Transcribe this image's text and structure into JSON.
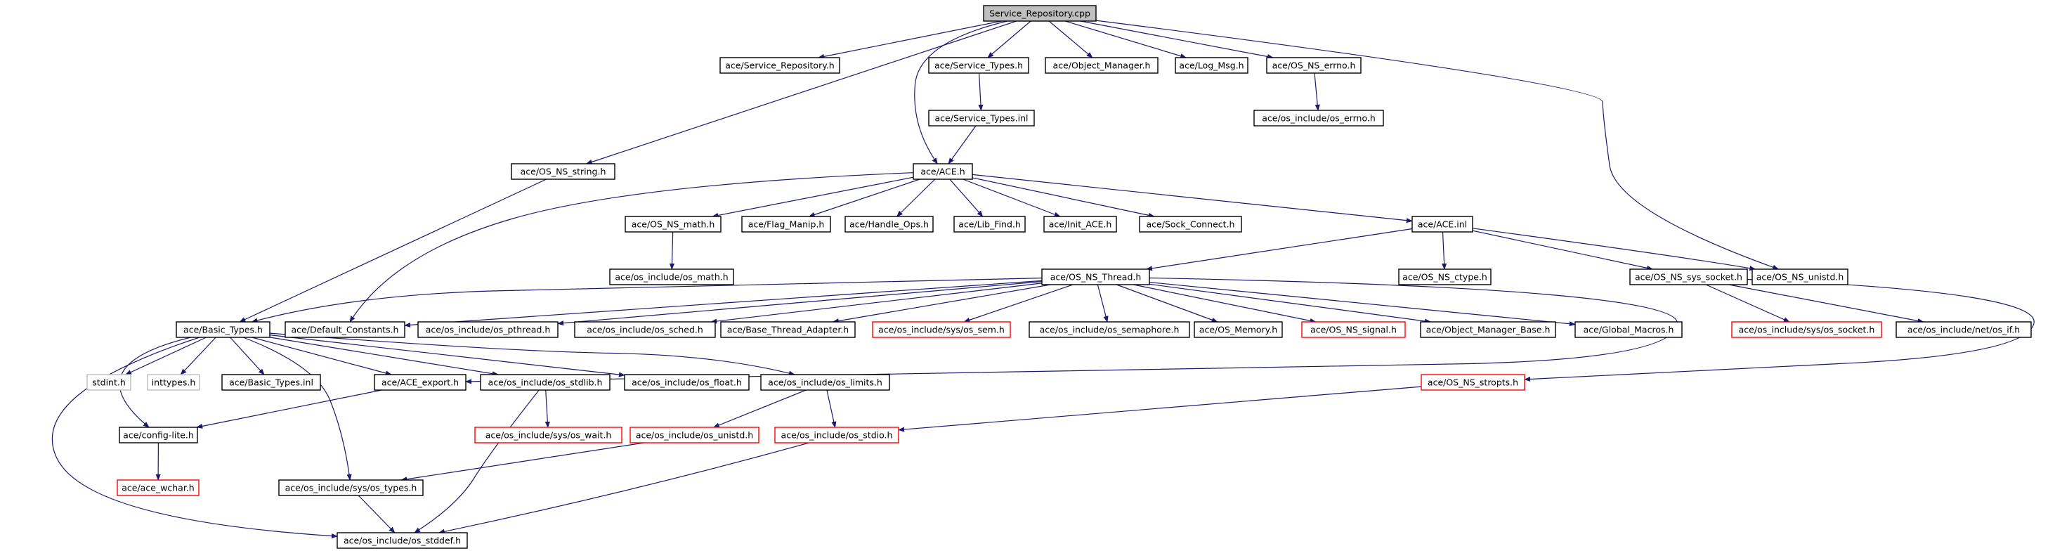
{
  "graph": {
    "root": "Service_Repository.cpp",
    "colors": {
      "edge": "#191970",
      "missing_border": "#ff0000",
      "root_fill": "#bfbfbf",
      "plain_border": "#bfbfbf"
    },
    "nodes": [
      {
        "id": "root",
        "label": "Service_Repository.cpp",
        "style": "root"
      },
      {
        "id": "svc_repo_h",
        "label": "ace/Service_Repository.h"
      },
      {
        "id": "svc_types_h",
        "label": "ace/Service_Types.h"
      },
      {
        "id": "obj_mgr_h",
        "label": "ace/Object_Manager.h"
      },
      {
        "id": "log_msg_h",
        "label": "ace/Log_Msg.h"
      },
      {
        "id": "os_ns_errno_h",
        "label": "ace/OS_NS_errno.h"
      },
      {
        "id": "svc_types_inl",
        "label": "ace/Service_Types.inl"
      },
      {
        "id": "os_errno_h",
        "label": "ace/os_include/os_errno.h"
      },
      {
        "id": "os_ns_string_h",
        "label": "ace/OS_NS_string.h"
      },
      {
        "id": "ace_h",
        "label": "ace/ACE.h"
      },
      {
        "id": "os_ns_math_h",
        "label": "ace/OS_NS_math.h"
      },
      {
        "id": "flag_manip_h",
        "label": "ace/Flag_Manip.h"
      },
      {
        "id": "handle_ops_h",
        "label": "ace/Handle_Ops.h"
      },
      {
        "id": "lib_find_h",
        "label": "ace/Lib_Find.h"
      },
      {
        "id": "init_ace_h",
        "label": "ace/Init_ACE.h"
      },
      {
        "id": "sock_connect_h",
        "label": "ace/Sock_Connect.h"
      },
      {
        "id": "ace_inl",
        "label": "ace/ACE.inl"
      },
      {
        "id": "os_math_h",
        "label": "ace/os_include/os_math.h"
      },
      {
        "id": "os_ns_thread_h",
        "label": "ace/OS_NS_Thread.h"
      },
      {
        "id": "os_ns_ctype_h",
        "label": "ace/OS_NS_ctype.h"
      },
      {
        "id": "os_ns_sys_socket_h",
        "label": "ace/OS_NS_sys_socket.h"
      },
      {
        "id": "os_ns_unistd_h",
        "label": "ace/OS_NS_unistd.h"
      },
      {
        "id": "basic_types_h",
        "label": "ace/Basic_Types.h"
      },
      {
        "id": "default_constants_h",
        "label": "ace/Default_Constants.h"
      },
      {
        "id": "os_pthread_h",
        "label": "ace/os_include/os_pthread.h"
      },
      {
        "id": "os_sched_h",
        "label": "ace/os_include/os_sched.h"
      },
      {
        "id": "base_thread_adapter_h",
        "label": "ace/Base_Thread_Adapter.h"
      },
      {
        "id": "os_sem_h",
        "label": "ace/os_include/sys/os_sem.h",
        "style": "missing"
      },
      {
        "id": "os_semaphore_h",
        "label": "ace/os_include/os_semaphore.h"
      },
      {
        "id": "os_memory_h",
        "label": "ace/OS_Memory.h"
      },
      {
        "id": "os_ns_signal_h",
        "label": "ace/OS_NS_signal.h",
        "style": "missing"
      },
      {
        "id": "obj_mgr_base_h",
        "label": "ace/Object_Manager_Base.h"
      },
      {
        "id": "global_macros_h",
        "label": "ace/Global_Macros.h"
      },
      {
        "id": "sys_os_socket_h",
        "label": "ace/os_include/sys/os_socket.h",
        "style": "missing"
      },
      {
        "id": "net_os_if_h",
        "label": "ace/os_include/net/os_if.h"
      },
      {
        "id": "stdint_h",
        "label": "stdint.h",
        "style": "plain"
      },
      {
        "id": "inttypes_h",
        "label": "inttypes.h",
        "style": "plain"
      },
      {
        "id": "basic_types_inl",
        "label": "ace/Basic_Types.inl"
      },
      {
        "id": "ace_export_h",
        "label": "ace/ACE_export.h"
      },
      {
        "id": "os_stdlib_h",
        "label": "ace/os_include/os_stdlib.h"
      },
      {
        "id": "os_float_h",
        "label": "ace/os_include/os_float.h"
      },
      {
        "id": "os_limits_h",
        "label": "ace/os_include/os_limits.h"
      },
      {
        "id": "os_ns_stropts_h",
        "label": "ace/OS_NS_stropts.h",
        "style": "missing"
      },
      {
        "id": "config_lite_h",
        "label": "ace/config-lite.h"
      },
      {
        "id": "sys_os_wait_h",
        "label": "ace/os_include/sys/os_wait.h",
        "style": "missing"
      },
      {
        "id": "os_unistd_h",
        "label": "ace/os_include/os_unistd.h",
        "style": "missing"
      },
      {
        "id": "os_stdio_h",
        "label": "ace/os_include/os_stdio.h",
        "style": "missing"
      },
      {
        "id": "ace_wchar_h",
        "label": "ace/ace_wchar.h",
        "style": "missing"
      },
      {
        "id": "sys_os_types_h",
        "label": "ace/os_include/sys/os_types.h"
      },
      {
        "id": "os_stddef_h",
        "label": "ace/os_include/os_stddef.h"
      }
    ],
    "edges": [
      [
        "root",
        "svc_repo_h"
      ],
      [
        "root",
        "svc_types_h"
      ],
      [
        "root",
        "obj_mgr_h"
      ],
      [
        "root",
        "log_msg_h"
      ],
      [
        "root",
        "os_ns_errno_h"
      ],
      [
        "root",
        "os_ns_string_h"
      ],
      [
        "root",
        "ace_h"
      ],
      [
        "root",
        "os_ns_unistd_h"
      ],
      [
        "svc_types_h",
        "svc_types_inl"
      ],
      [
        "svc_types_inl",
        "ace_h"
      ],
      [
        "os_ns_errno_h",
        "os_errno_h"
      ],
      [
        "os_ns_string_h",
        "basic_types_h"
      ],
      [
        "ace_h",
        "os_ns_math_h"
      ],
      [
        "ace_h",
        "flag_manip_h"
      ],
      [
        "ace_h",
        "handle_ops_h"
      ],
      [
        "ace_h",
        "lib_find_h"
      ],
      [
        "ace_h",
        "init_ace_h"
      ],
      [
        "ace_h",
        "sock_connect_h"
      ],
      [
        "ace_h",
        "ace_inl"
      ],
      [
        "ace_h",
        "default_constants_h"
      ],
      [
        "os_ns_math_h",
        "os_math_h"
      ],
      [
        "ace_inl",
        "os_ns_thread_h"
      ],
      [
        "ace_inl",
        "os_ns_ctype_h"
      ],
      [
        "ace_inl",
        "os_ns_sys_socket_h"
      ],
      [
        "ace_inl",
        "os_ns_unistd_h"
      ],
      [
        "os_ns_thread_h",
        "basic_types_h"
      ],
      [
        "os_ns_thread_h",
        "default_constants_h"
      ],
      [
        "os_ns_thread_h",
        "os_pthread_h"
      ],
      [
        "os_ns_thread_h",
        "os_sched_h"
      ],
      [
        "os_ns_thread_h",
        "base_thread_adapter_h"
      ],
      [
        "os_ns_thread_h",
        "os_sem_h"
      ],
      [
        "os_ns_thread_h",
        "os_semaphore_h"
      ],
      [
        "os_ns_thread_h",
        "os_memory_h"
      ],
      [
        "os_ns_thread_h",
        "os_ns_signal_h"
      ],
      [
        "os_ns_thread_h",
        "obj_mgr_base_h"
      ],
      [
        "os_ns_thread_h",
        "global_macros_h"
      ],
      [
        "os_ns_thread_h",
        "ace_export_h"
      ],
      [
        "os_ns_sys_socket_h",
        "sys_os_socket_h"
      ],
      [
        "os_ns_sys_socket_h",
        "net_os_if_h"
      ],
      [
        "os_ns_sys_socket_h",
        "os_ns_stropts_h"
      ],
      [
        "basic_types_h",
        "stdint_h"
      ],
      [
        "basic_types_h",
        "inttypes_h"
      ],
      [
        "basic_types_h",
        "basic_types_inl"
      ],
      [
        "basic_types_h",
        "ace_export_h"
      ],
      [
        "basic_types_h",
        "os_stdlib_h"
      ],
      [
        "basic_types_h",
        "os_float_h"
      ],
      [
        "basic_types_h",
        "os_limits_h"
      ],
      [
        "basic_types_h",
        "config_lite_h"
      ],
      [
        "basic_types_h",
        "sys_os_types_h"
      ],
      [
        "basic_types_h",
        "os_stddef_h"
      ],
      [
        "ace_export_h",
        "config_lite_h"
      ],
      [
        "os_stdlib_h",
        "sys_os_wait_h"
      ],
      [
        "os_stdlib_h",
        "os_stddef_h"
      ],
      [
        "os_limits_h",
        "os_unistd_h"
      ],
      [
        "os_limits_h",
        "os_stdio_h"
      ],
      [
        "os_ns_stropts_h",
        "os_stdio_h"
      ],
      [
        "config_lite_h",
        "ace_wchar_h"
      ],
      [
        "os_unistd_h",
        "sys_os_types_h"
      ],
      [
        "os_stdio_h",
        "os_stddef_h"
      ],
      [
        "sys_os_types_h",
        "os_stddef_h"
      ]
    ]
  }
}
